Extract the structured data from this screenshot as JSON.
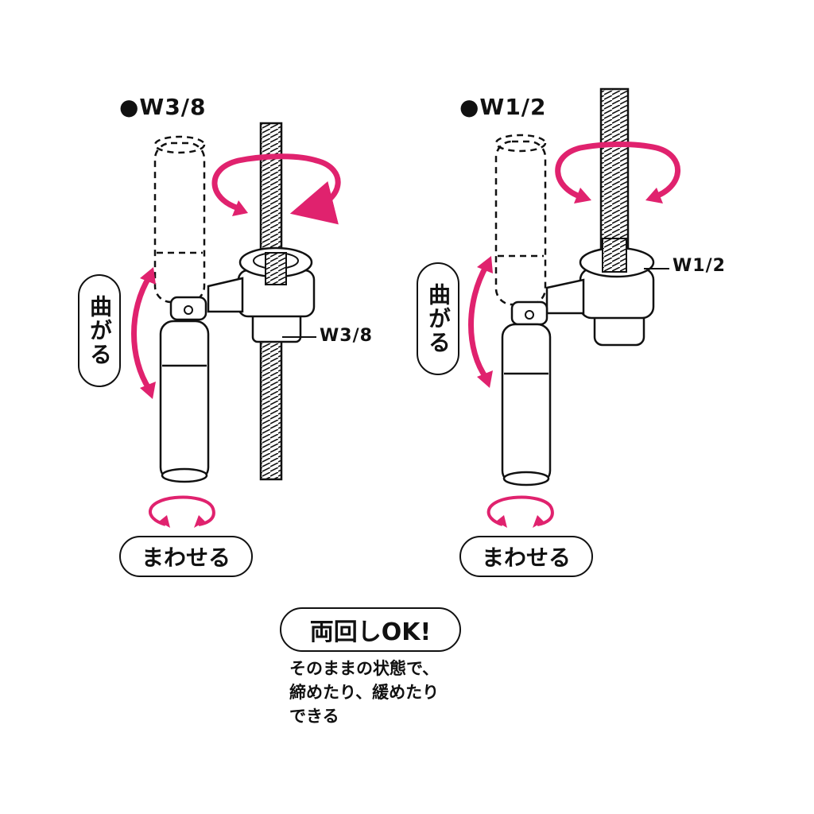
{
  "left": {
    "title": "●W3/8",
    "size_label": "W3/8",
    "bend_label": "曲がる",
    "rotate_label": "まわせる"
  },
  "right": {
    "title": "●W1/2",
    "size_label": "W1/2",
    "bend_label": "曲がる",
    "rotate_label": "まわせる"
  },
  "center": {
    "badge": "両回しOK!",
    "description_lines": [
      "そのままの状態で、",
      "締めたり、緩めたり",
      "できる"
    ]
  },
  "colors": {
    "accent": "#E0226E",
    "stroke": "#111111"
  }
}
